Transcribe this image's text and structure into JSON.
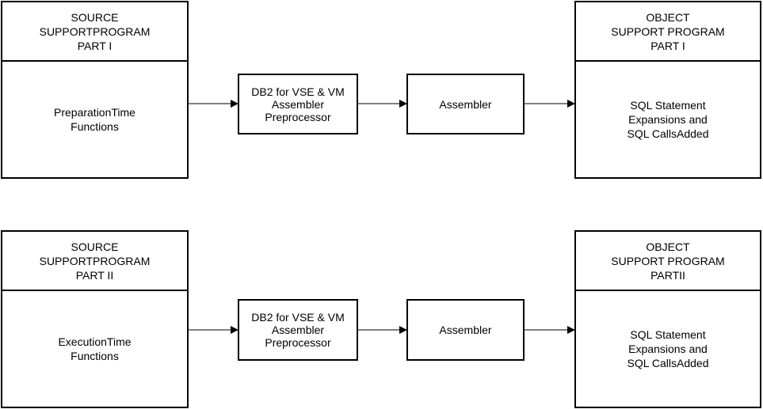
{
  "rows": [
    {
      "source": {
        "header": "SOURCE\nSUPPORTPROGRAM\nPART I",
        "body": "PreparationTime\nFunctions"
      },
      "preprocessor": "DB2 for VSE & VM\nAssembler\nPreprocessor",
      "assembler": "Assembler",
      "object": {
        "header": "OBJECT\nSUPPORT PROGRAM\nPART I",
        "body": "SQL Statement\nExpansions and\nSQL CallsAdded"
      }
    },
    {
      "source": {
        "header": "SOURCE\nSUPPORTPROGRAM\nPART II",
        "body": "ExecutionTime\nFunctions"
      },
      "preprocessor": "DB2 for VSE & VM\nAssembler\nPreprocessor",
      "assembler": "Assembler",
      "object": {
        "header": "OBJECT\nSUPPORT PROGRAM\nPARTII",
        "body": "SQL Statement\nExpansions and\nSQL CallsAdded"
      }
    }
  ]
}
